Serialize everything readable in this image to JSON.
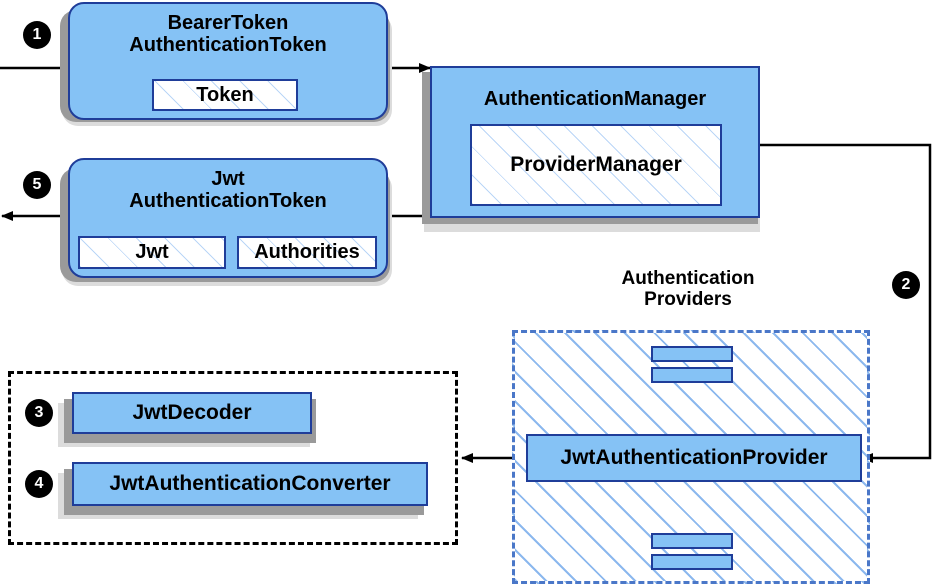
{
  "diagram": {
    "title": "Spring Security JWT Bearer Token Authentication Flow",
    "colors": {
      "node_fill": "#85C2F5",
      "node_border": "#1F3D99",
      "hatch_blue": "#78ACEB",
      "group_border_blue": "#4A77C8",
      "group_border_black": "#000000",
      "shadow": "#9A9A9A",
      "line": "#000000",
      "step_bullet_fill": "#000000",
      "step_bullet_text": "#FFFFFF"
    }
  },
  "nodes": {
    "bearer_token": {
      "title": "BearerToken\nAuthenticationToken",
      "inner": [
        {
          "label": "Token"
        }
      ]
    },
    "authentication_manager": {
      "title": "AuthenticationManager",
      "inner": [
        {
          "label": "ProviderManager"
        }
      ]
    },
    "jwt_token": {
      "title": "Jwt\nAuthenticationToken",
      "inner": [
        {
          "label": "Jwt"
        },
        {
          "label": "Authorities"
        }
      ]
    },
    "jwt_provider": {
      "title": "JwtAuthenticationProvider"
    },
    "jwt_decoder": {
      "title": "JwtDecoder"
    },
    "jwt_converter": {
      "title": "JwtAuthenticationConverter"
    }
  },
  "groups": {
    "authentication_providers": {
      "caption": "Authentication\nProviders"
    },
    "jwt_support_group": {
      "caption": ""
    }
  },
  "steps": [
    {
      "id": "step-1",
      "label": "❶",
      "number": "1"
    },
    {
      "id": "step-2",
      "label": "❷",
      "number": "2"
    },
    {
      "id": "step-3",
      "label": "❸",
      "number": "3"
    },
    {
      "id": "step-4",
      "label": "❹",
      "number": "4"
    },
    {
      "id": "step-5",
      "label": "❺",
      "number": "5"
    }
  ]
}
